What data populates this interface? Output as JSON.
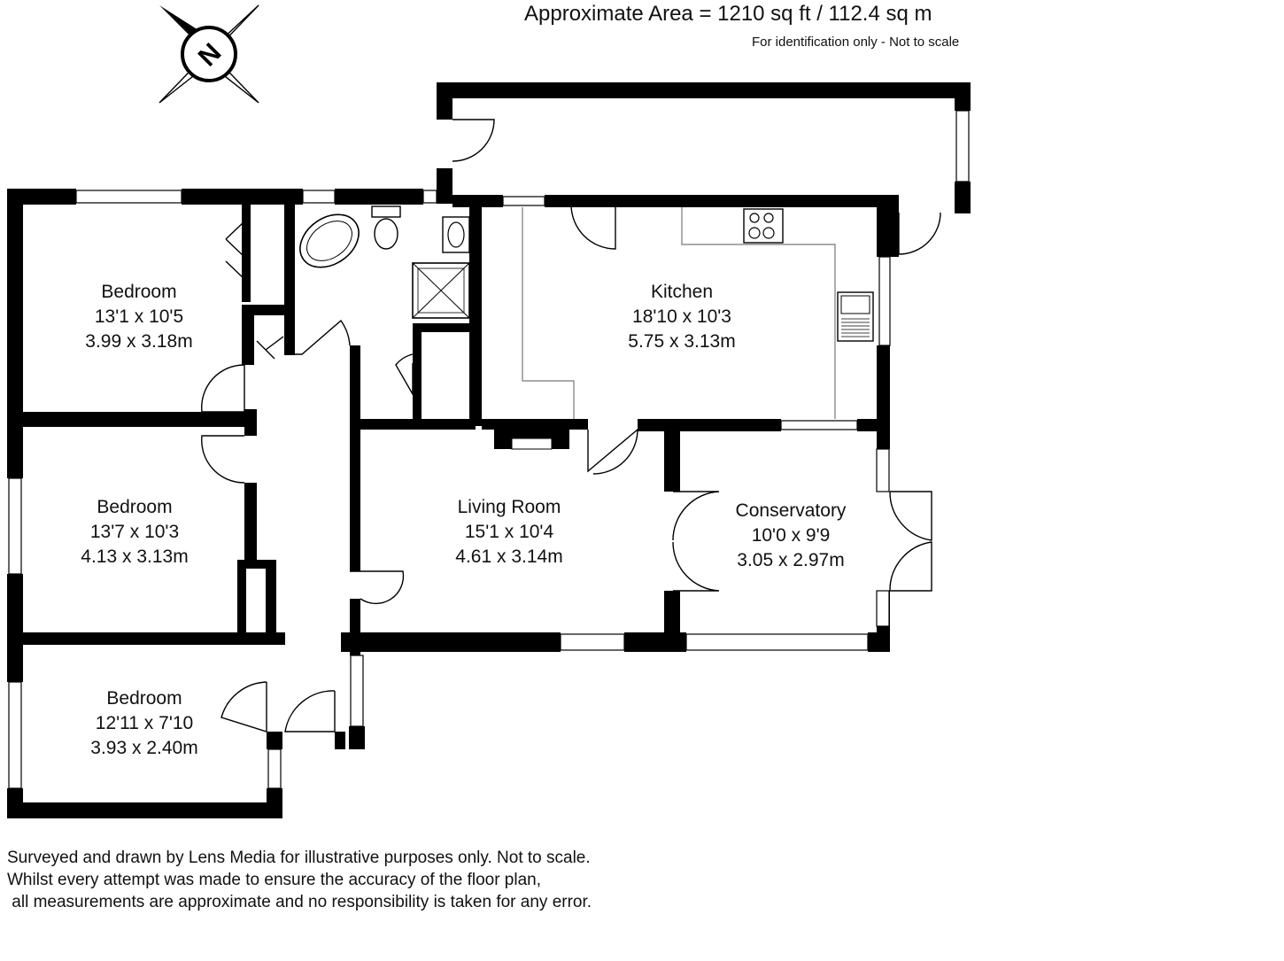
{
  "header": {
    "area": "Approximate Area = 1210 sq ft / 112.4 sq m",
    "identification": "For identification only - Not to scale"
  },
  "compass": {
    "label": "N",
    "icon": "north-compass-icon"
  },
  "rooms": [
    {
      "id": "bedroom-1",
      "name": "Bedroom",
      "imperial": "13'1 x 10'5",
      "metric": "3.99 x 3.18m"
    },
    {
      "id": "bedroom-2",
      "name": "Bedroom",
      "imperial": "13'7 x 10'3",
      "metric": "4.13 x 3.13m"
    },
    {
      "id": "bedroom-3",
      "name": "Bedroom",
      "imperial": "12'11 x 7'10",
      "metric": "3.93 x 2.40m"
    },
    {
      "id": "kitchen",
      "name": "Kitchen",
      "imperial": "18'10 x 10'3",
      "metric": "5.75 x 3.13m"
    },
    {
      "id": "living-room",
      "name": "Living Room",
      "imperial": "15'1 x 10'4",
      "metric": "4.61 x 3.14m"
    },
    {
      "id": "conservatory",
      "name": "Conservatory",
      "imperial": "10'0 x 9'9",
      "metric": "3.05 x 2.97m"
    }
  ],
  "disclaimer": {
    "line1": "Surveyed and drawn by Lens Media for illustrative purposes only. Not to scale.",
    "line2": "Whilst every attempt was made to ensure the accuracy of the floor plan,",
    "line3": " all measurements are approximate and no responsibility is taken for any error."
  }
}
